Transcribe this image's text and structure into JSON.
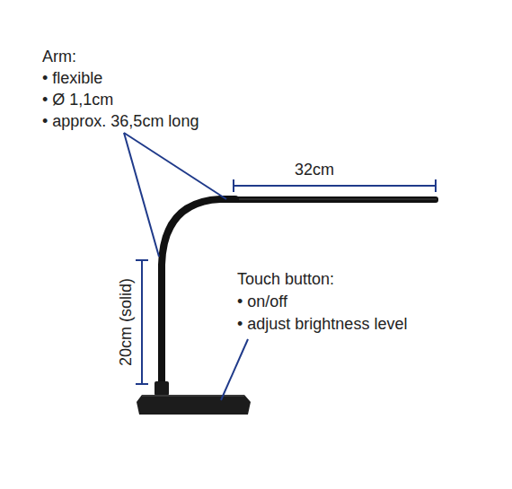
{
  "diagram": {
    "labels": [
      "Arm:",
      "• flexible",
      "• Ø 1,1cm",
      "• approx. 36,5cm long",
      "32cm",
      "20cm (solid)",
      "Touch button:",
      "• on/off",
      "• adjust brightness level"
    ]
  }
}
